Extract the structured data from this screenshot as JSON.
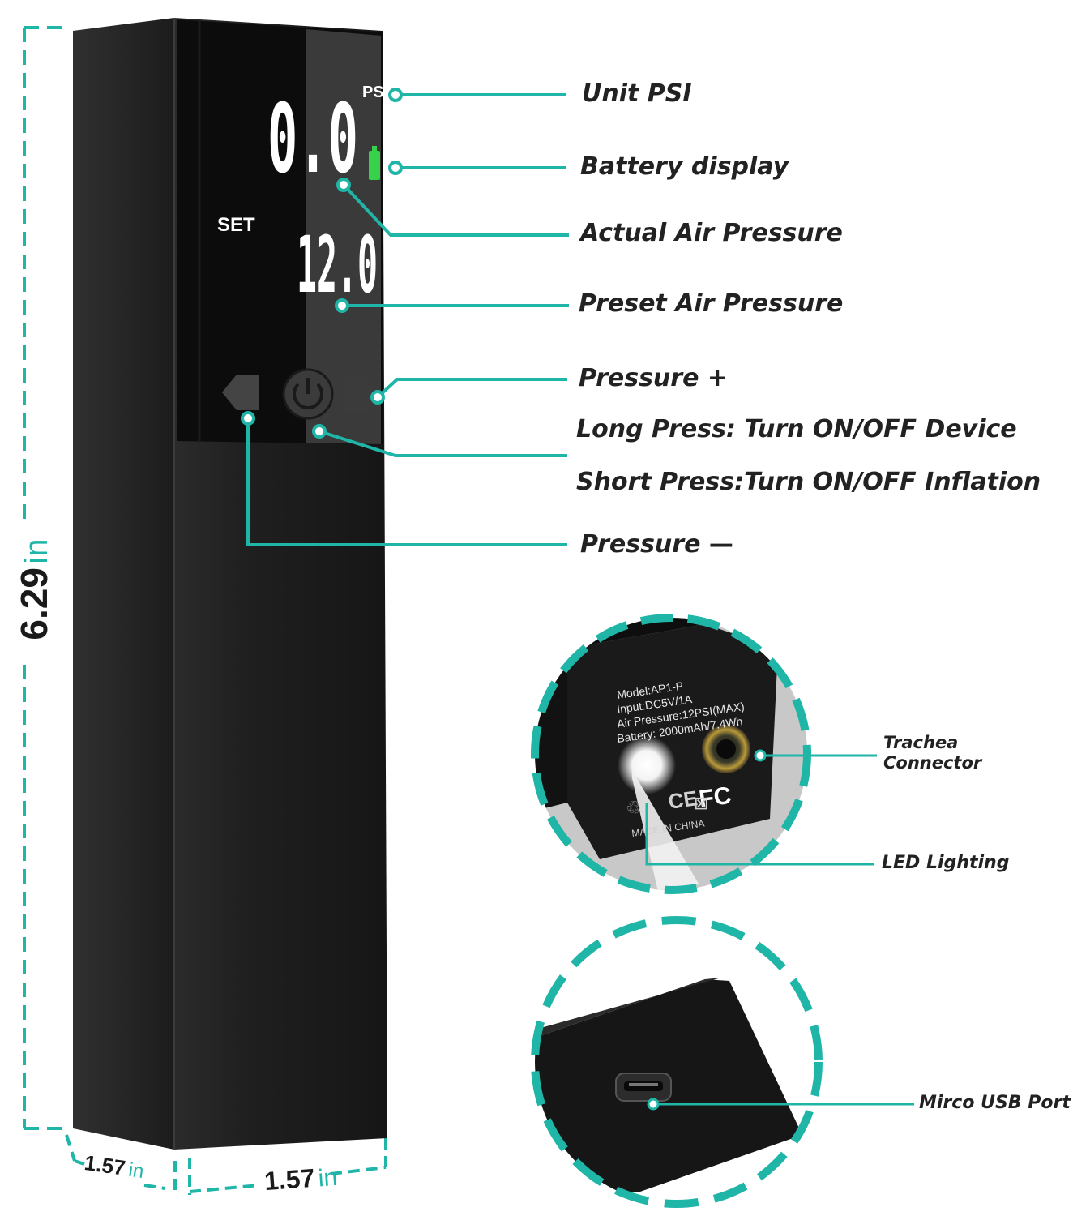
{
  "product": {
    "display": {
      "unit": "PSI",
      "actual_value": "0.0",
      "set_label": "SET",
      "preset_value": "12.0"
    },
    "colors": {
      "accent": "#1fb5a7",
      "body": "#1a1a1a",
      "battery": "#37d14a"
    }
  },
  "dimensions": {
    "height": "6.29",
    "height_unit": "in",
    "depth": "1.57",
    "depth_unit": "in",
    "width": "1.57",
    "width_unit": "in"
  },
  "callouts": {
    "unit_psi": "Unit PSI",
    "battery_display": "Battery display",
    "actual_air_pressure": "Actual Air Pressure",
    "preset_air_pressure": "Preset Air Pressure",
    "pressure_plus": "Pressure",
    "pressure_plus_symbol": "+",
    "long_press": "Long Press: Turn ON/OFF Device",
    "short_press": "Short Press:Turn ON/OFF Inflation",
    "pressure_minus": "Pressure",
    "pressure_minus_symbol": "—",
    "trachea_connector_line1": "Trachea",
    "trachea_connector_line2": "Connector",
    "led_lighting": "LED Lighting",
    "usb_port": "Mirco USB Port"
  },
  "label_plate": {
    "model": "Model:AP1-P",
    "input": "Input:DC5V/1A",
    "air_pressure": "Air Pressure:12PSI(MAX)",
    "battery": "Battery: 2000mAh/7.4Wh",
    "made_in": "MADE IN CHINA",
    "fc_mark": "FC",
    "ce_mark": "CE"
  }
}
